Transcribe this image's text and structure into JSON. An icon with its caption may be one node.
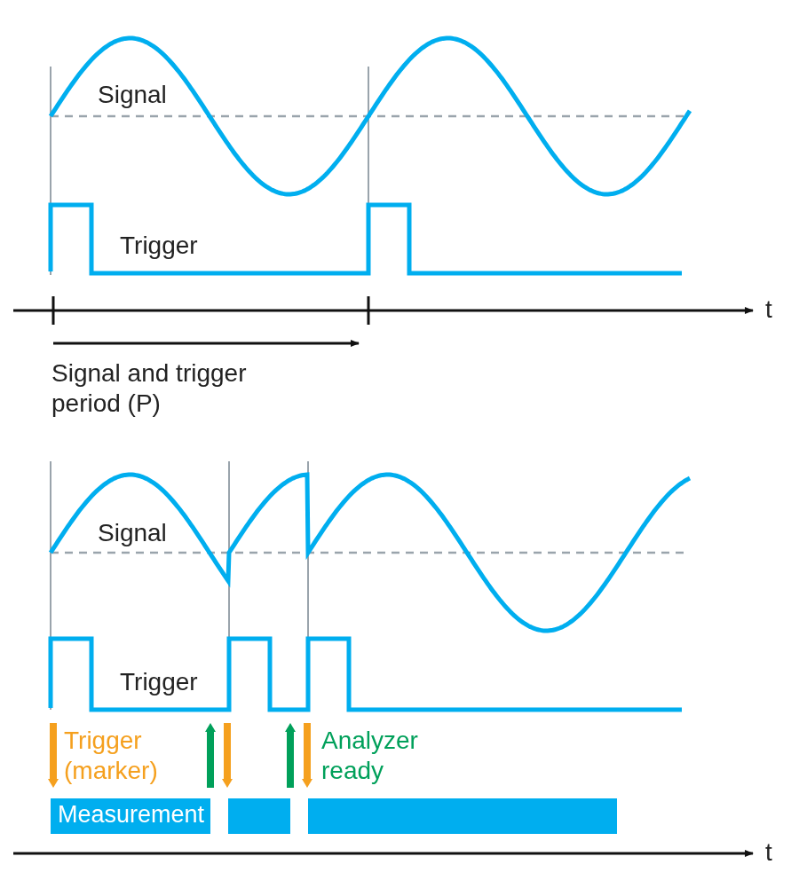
{
  "diagram": {
    "nodes": [
      {
        "text": [
          "Measurement"
        ]
      },
      {
        "text": [],
        "shape": "bar"
      },
      {
        "text": [],
        "shape": "bar"
      }
    ],
    "labels": [
      "Signal",
      "Trigger",
      "t",
      "Signal and trigger period (P)",
      "Signal",
      "Trigger",
      "Trigger (marker)",
      "Analyzer ready",
      "t"
    ]
  }
}
